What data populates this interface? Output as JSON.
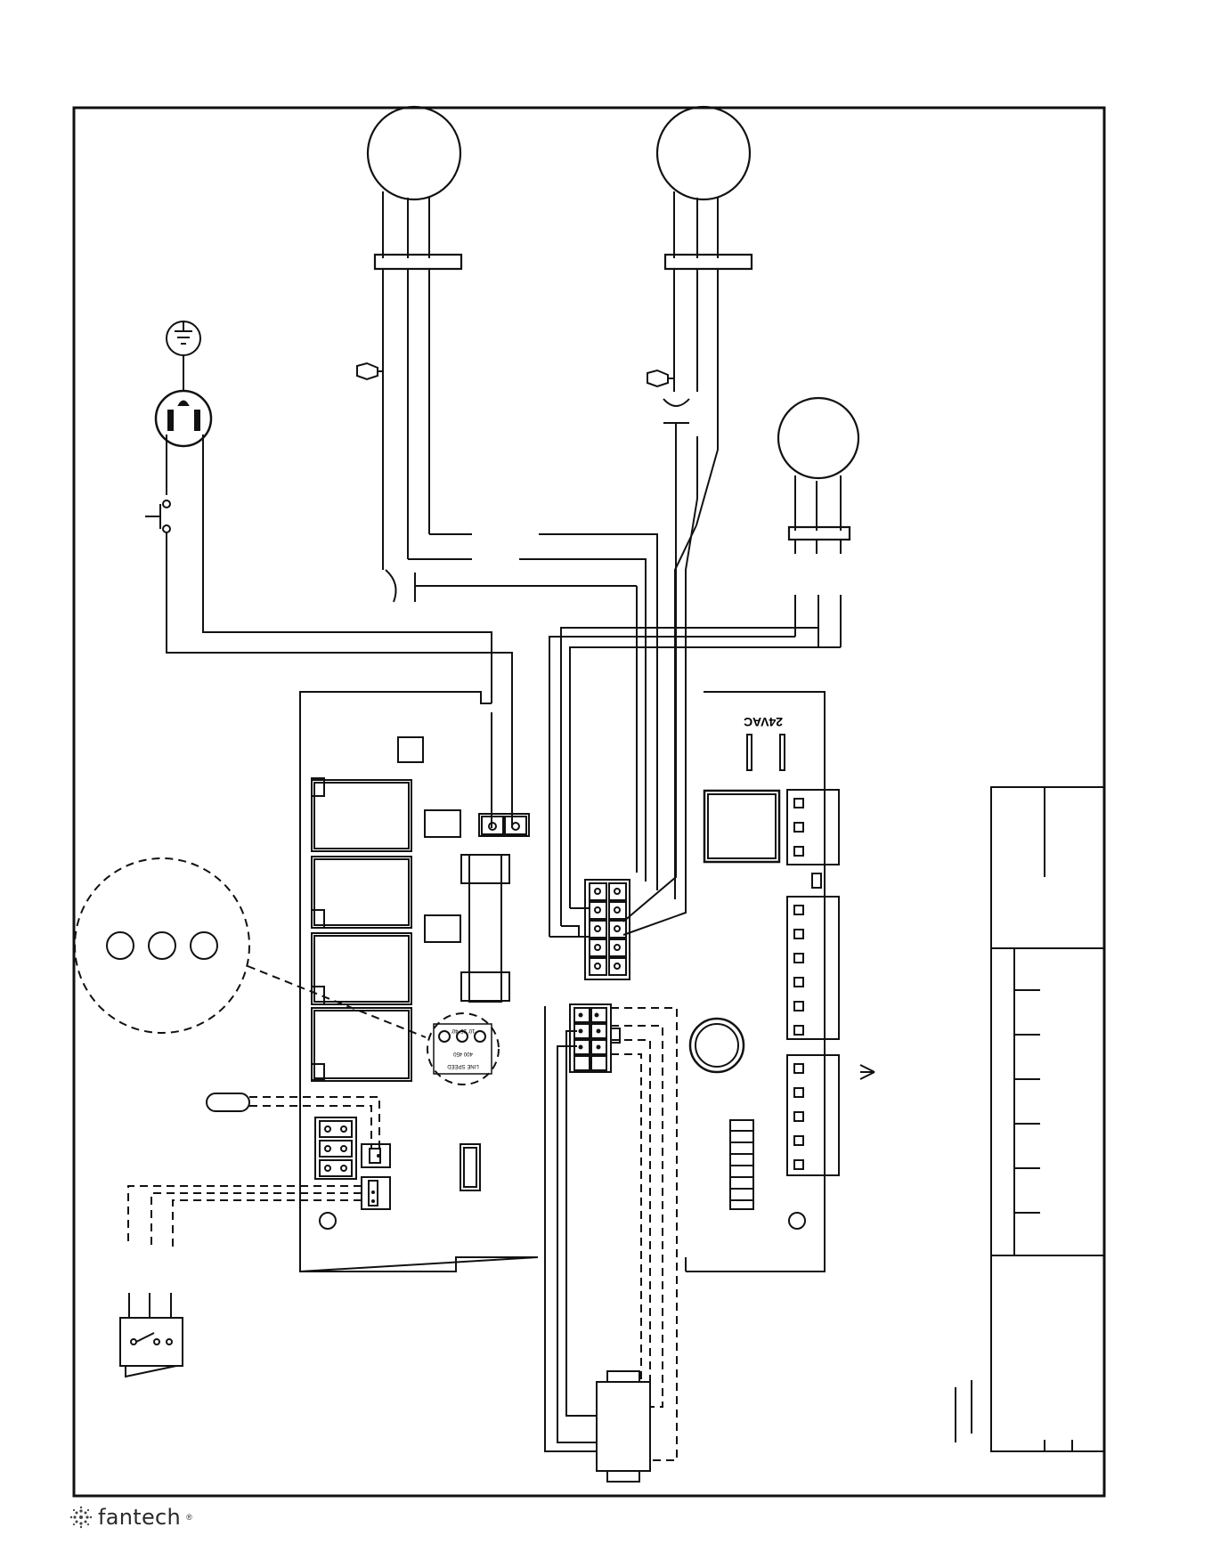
{
  "diagram": {
    "board_label": "24VAC",
    "speed_selector_lines": [
      "10' 25' 40'",
      "400 450",
      "LINE SPEED"
    ]
  },
  "footer": {
    "brand_name": "fantech",
    "brand_mark": "®"
  }
}
